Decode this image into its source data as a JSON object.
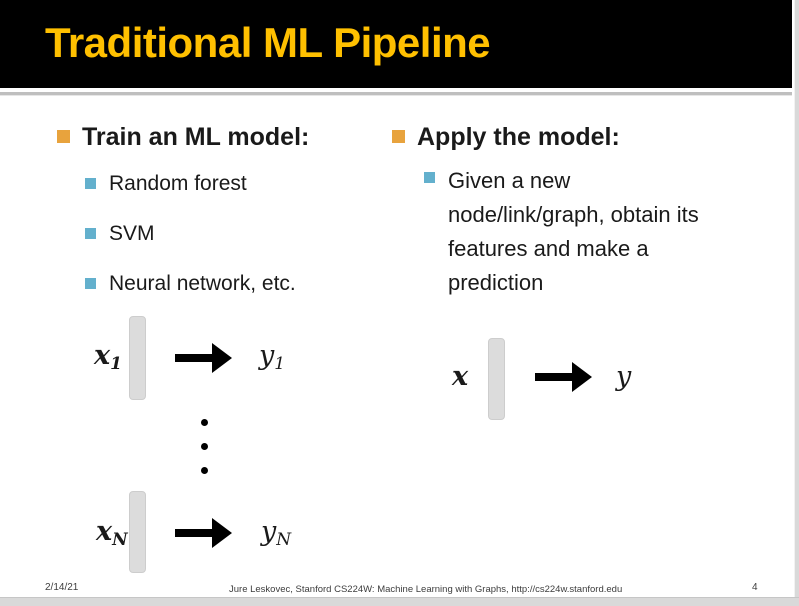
{
  "slide": {
    "title": "Traditional ML Pipeline",
    "page_number": "4",
    "footer_date": "2/14/21",
    "footer_credit": "Jure Leskovec, Stanford CS224W: Machine Learning with Graphs, http://cs224w.stanford.edu",
    "left": {
      "heading": "Train an ML model:",
      "items": [
        "Random forest",
        "SVM",
        "Neural network, etc."
      ],
      "diagram": {
        "row1": {
          "input_base": "x",
          "input_sub": "1",
          "output_base": "y",
          "output_sub": "1"
        },
        "row2": {
          "input_base": "x",
          "input_sub": "N",
          "output_base": "y",
          "output_sub": "N"
        }
      }
    },
    "right": {
      "heading": "Apply the model:",
      "body": "Given a new\nnode/link/graph, obtain its\nfeatures and make a\nprediction",
      "diagram": {
        "input_base": "x",
        "output_base": "y"
      }
    },
    "colors": {
      "header_bg": "#000000",
      "title": "#FFC000",
      "level1_bullet": "#E8A33D",
      "level2_bullet": "#63B0CD",
      "diagram_bar": "#DCDCDC",
      "arrow": "#000000",
      "page_edge": "#D9D9D9"
    }
  }
}
